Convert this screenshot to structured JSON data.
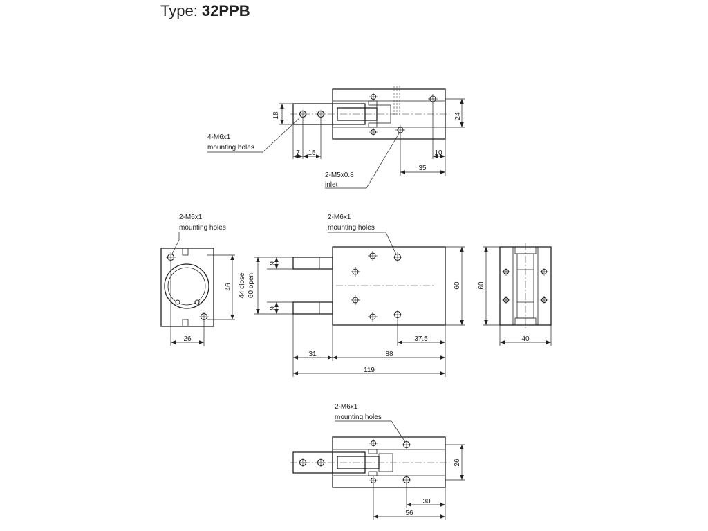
{
  "title": {
    "prefix": "Type: ",
    "model": "32PPB"
  },
  "views": {
    "top": {
      "dims": {
        "d18": "18",
        "d24": "24",
        "d7": "7",
        "d15": "15",
        "d10": "10",
        "d35": "35"
      },
      "callouts": {
        "mount_line1": "4-M6x1",
        "mount_line2": "mounting holes",
        "inlet_line1": "2-M5x0.8",
        "inlet_line2": "inlet"
      }
    },
    "end_left": {
      "dims": {
        "d46": "46",
        "d26": "26"
      },
      "callouts": {
        "mount_line1": "2-M6x1",
        "mount_line2": "mounting holes"
      }
    },
    "front": {
      "dims": {
        "d9a": "9",
        "d9b": "9",
        "d44": "44 close",
        "d60open": "60 open",
        "d60": "60",
        "d375": "37.5",
        "d31": "31",
        "d88": "88",
        "d119": "119"
      },
      "callouts": {
        "mount_line1": "2-M6x1",
        "mount_line2": "mounting holes"
      }
    },
    "end_right": {
      "dims": {
        "d60": "60",
        "d40": "40"
      }
    },
    "bottom": {
      "dims": {
        "d26": "26",
        "d30": "30",
        "d56": "56"
      },
      "callouts": {
        "mount_line1": "2-M6x1",
        "mount_line2": "mounting holes"
      }
    }
  }
}
